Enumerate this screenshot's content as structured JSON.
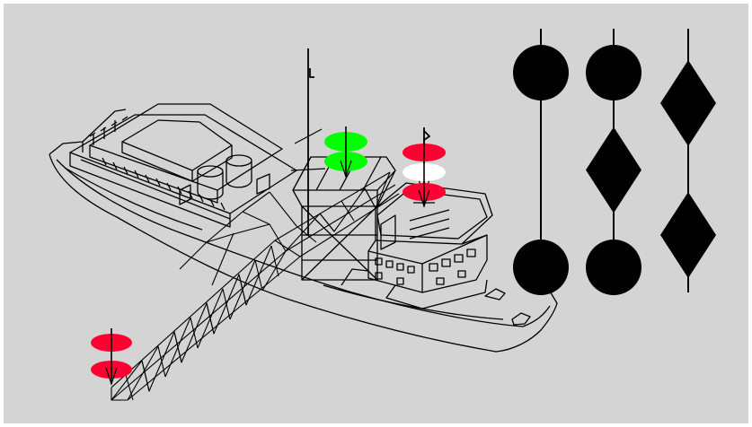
{
  "scene": {
    "background_color": "#d4d4d4",
    "border_color": "#ffffff",
    "line_color": "#000000"
  },
  "lights": {
    "red": "#ff0033",
    "green": "#00ff00",
    "white": "#ffffff"
  },
  "ship": {
    "masthead_lights": [
      "green",
      "green"
    ],
    "foremast_lights": [
      "red",
      "white",
      "red"
    ],
    "boom_tip_lights": [
      "red",
      "red"
    ]
  },
  "shapes": {
    "columns": [
      [
        "ball",
        "ball"
      ],
      [
        "ball",
        "diamond",
        "ball"
      ],
      [
        "diamond",
        "diamond"
      ]
    ]
  }
}
